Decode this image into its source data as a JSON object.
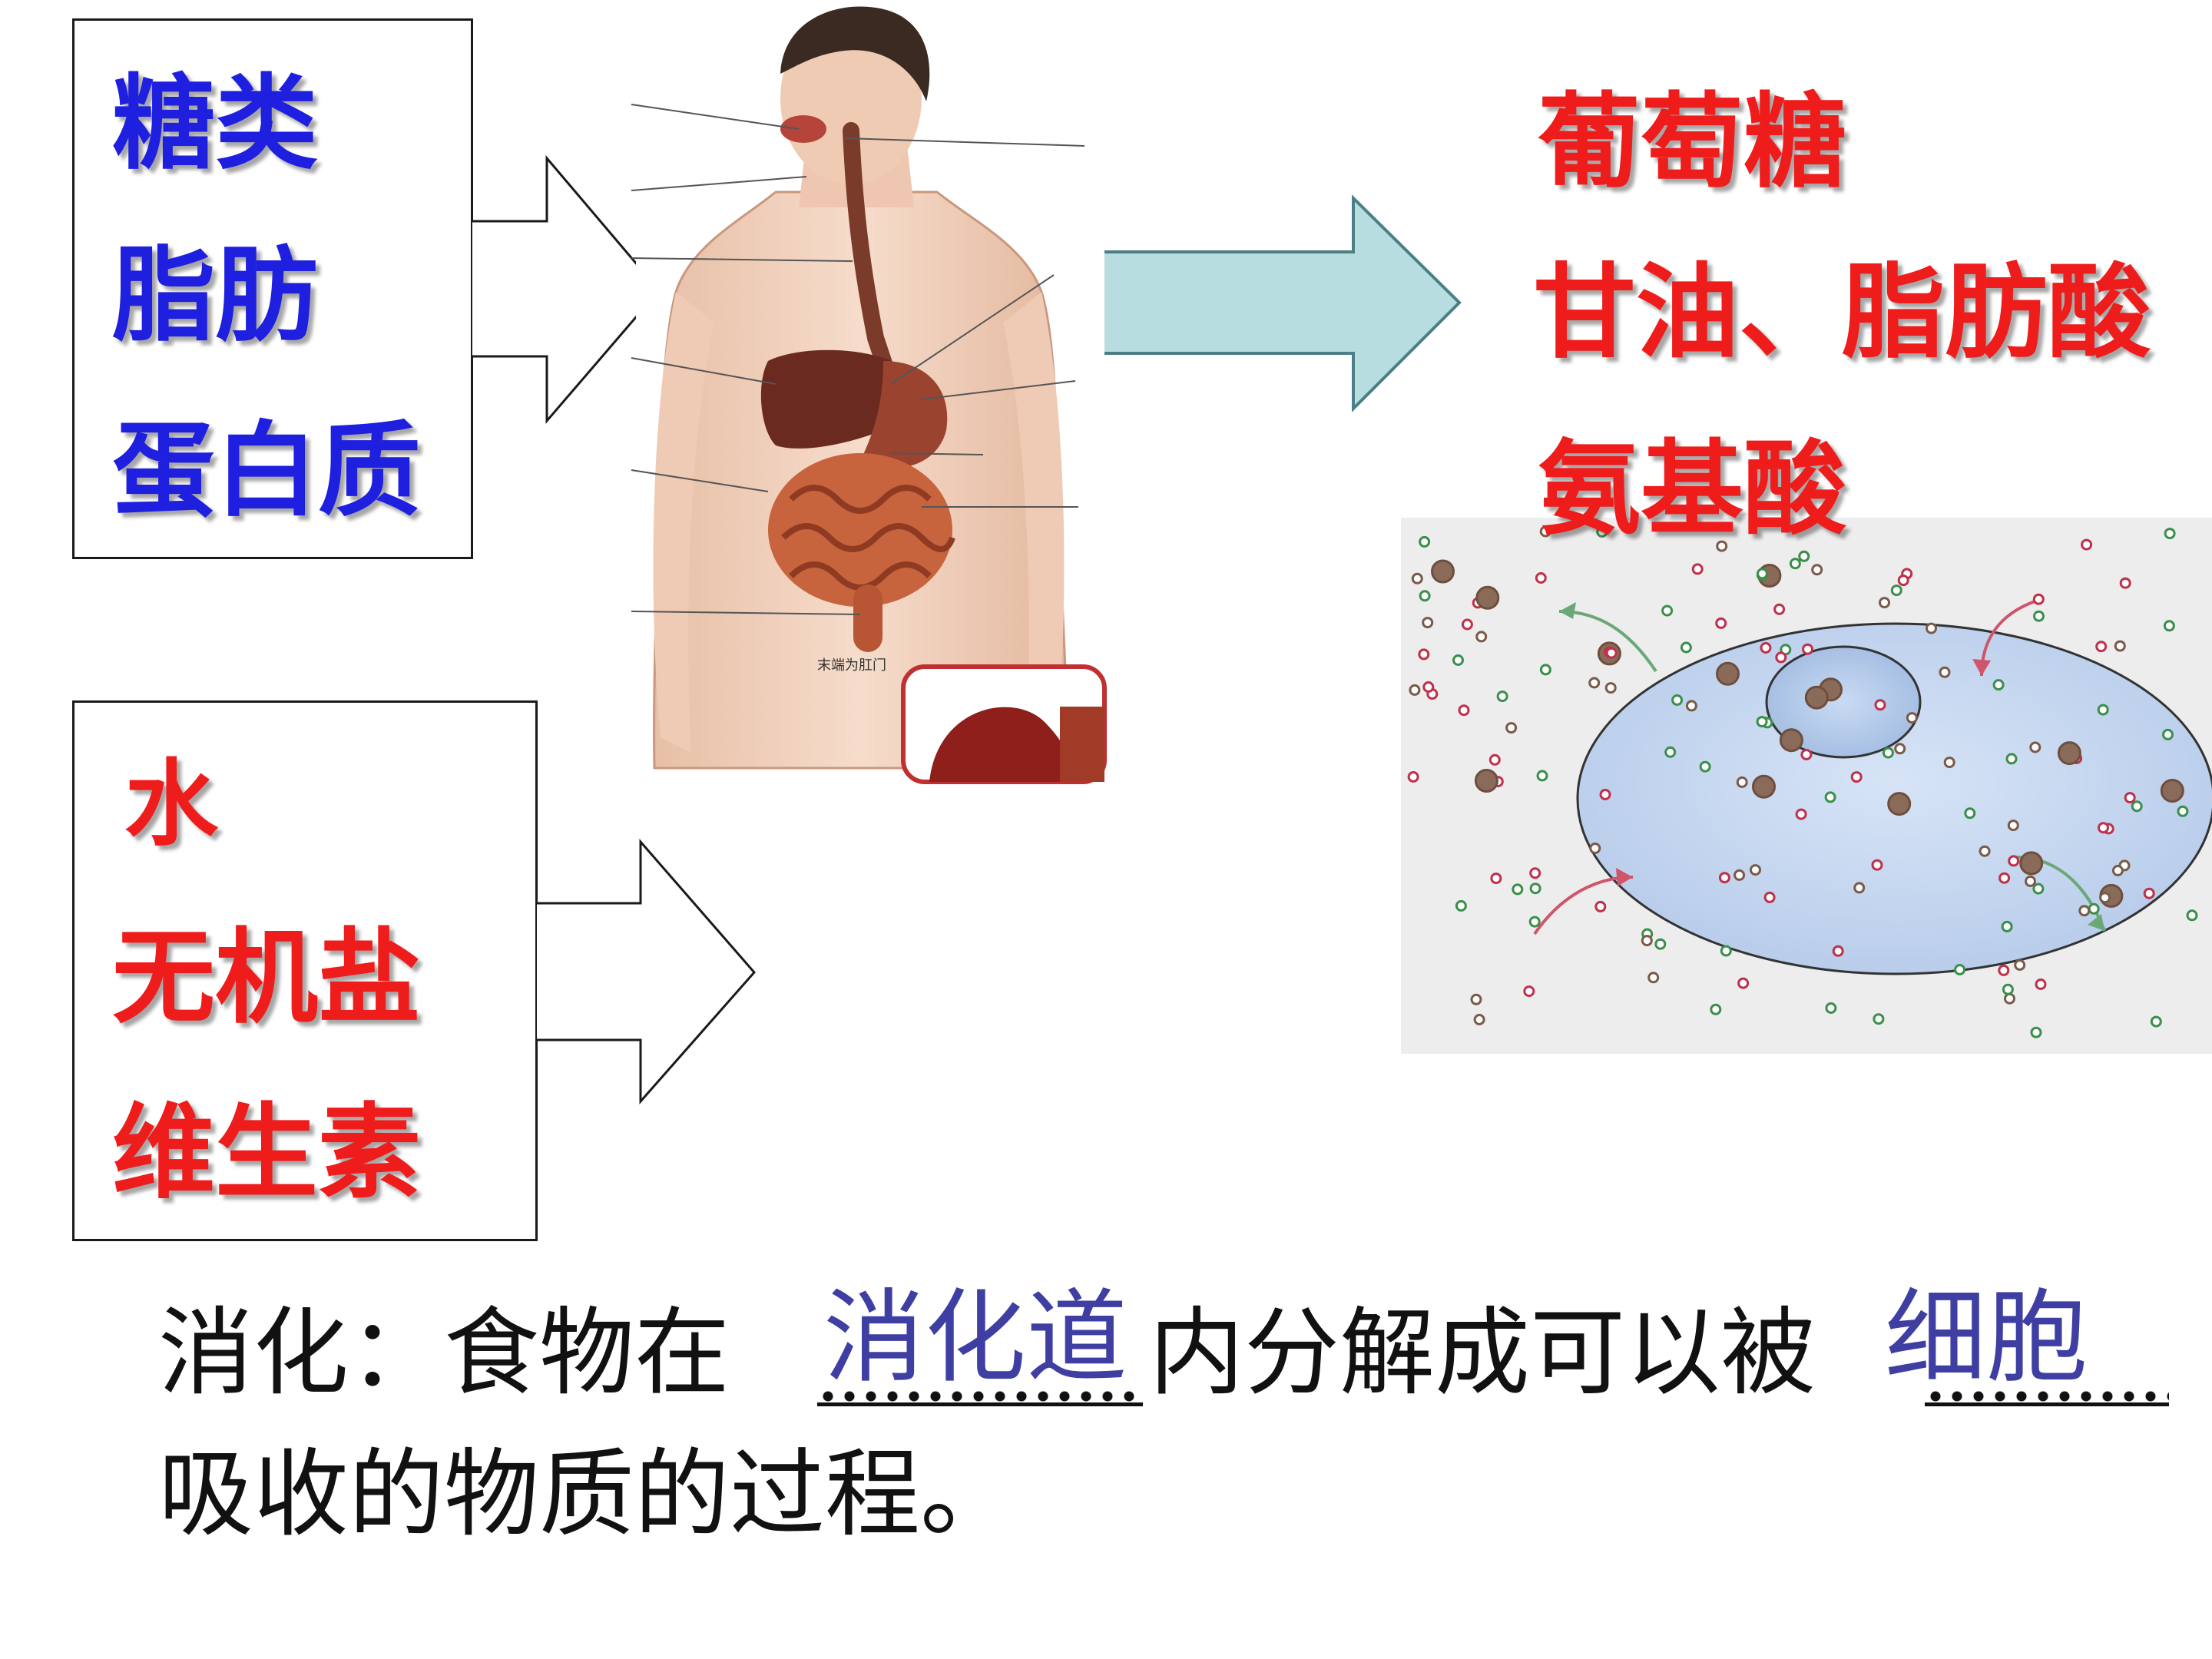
{
  "nutrients_large": [
    "糖类",
    "脂肪",
    "蛋白质"
  ],
  "nutrients_small": [
    "水",
    "无机盐",
    "维生素"
  ],
  "products": [
    "葡萄糖",
    "甘油、脂肪酸",
    "氨基酸"
  ],
  "figure_label": "末端为肛门",
  "definition": {
    "line1_a": "消化：食物在",
    "blank1": "消化道",
    "line1_b": "内分解成可以被",
    "blank2": "细胞",
    "line2": "吸收的物质的过程。"
  },
  "colors": {
    "blue": "#1f1fe0",
    "red": "#ef1c1c",
    "fill_text": "#3f3fa3",
    "arrow_fill": "#b8dde0",
    "cell": "#c3d6ef"
  }
}
